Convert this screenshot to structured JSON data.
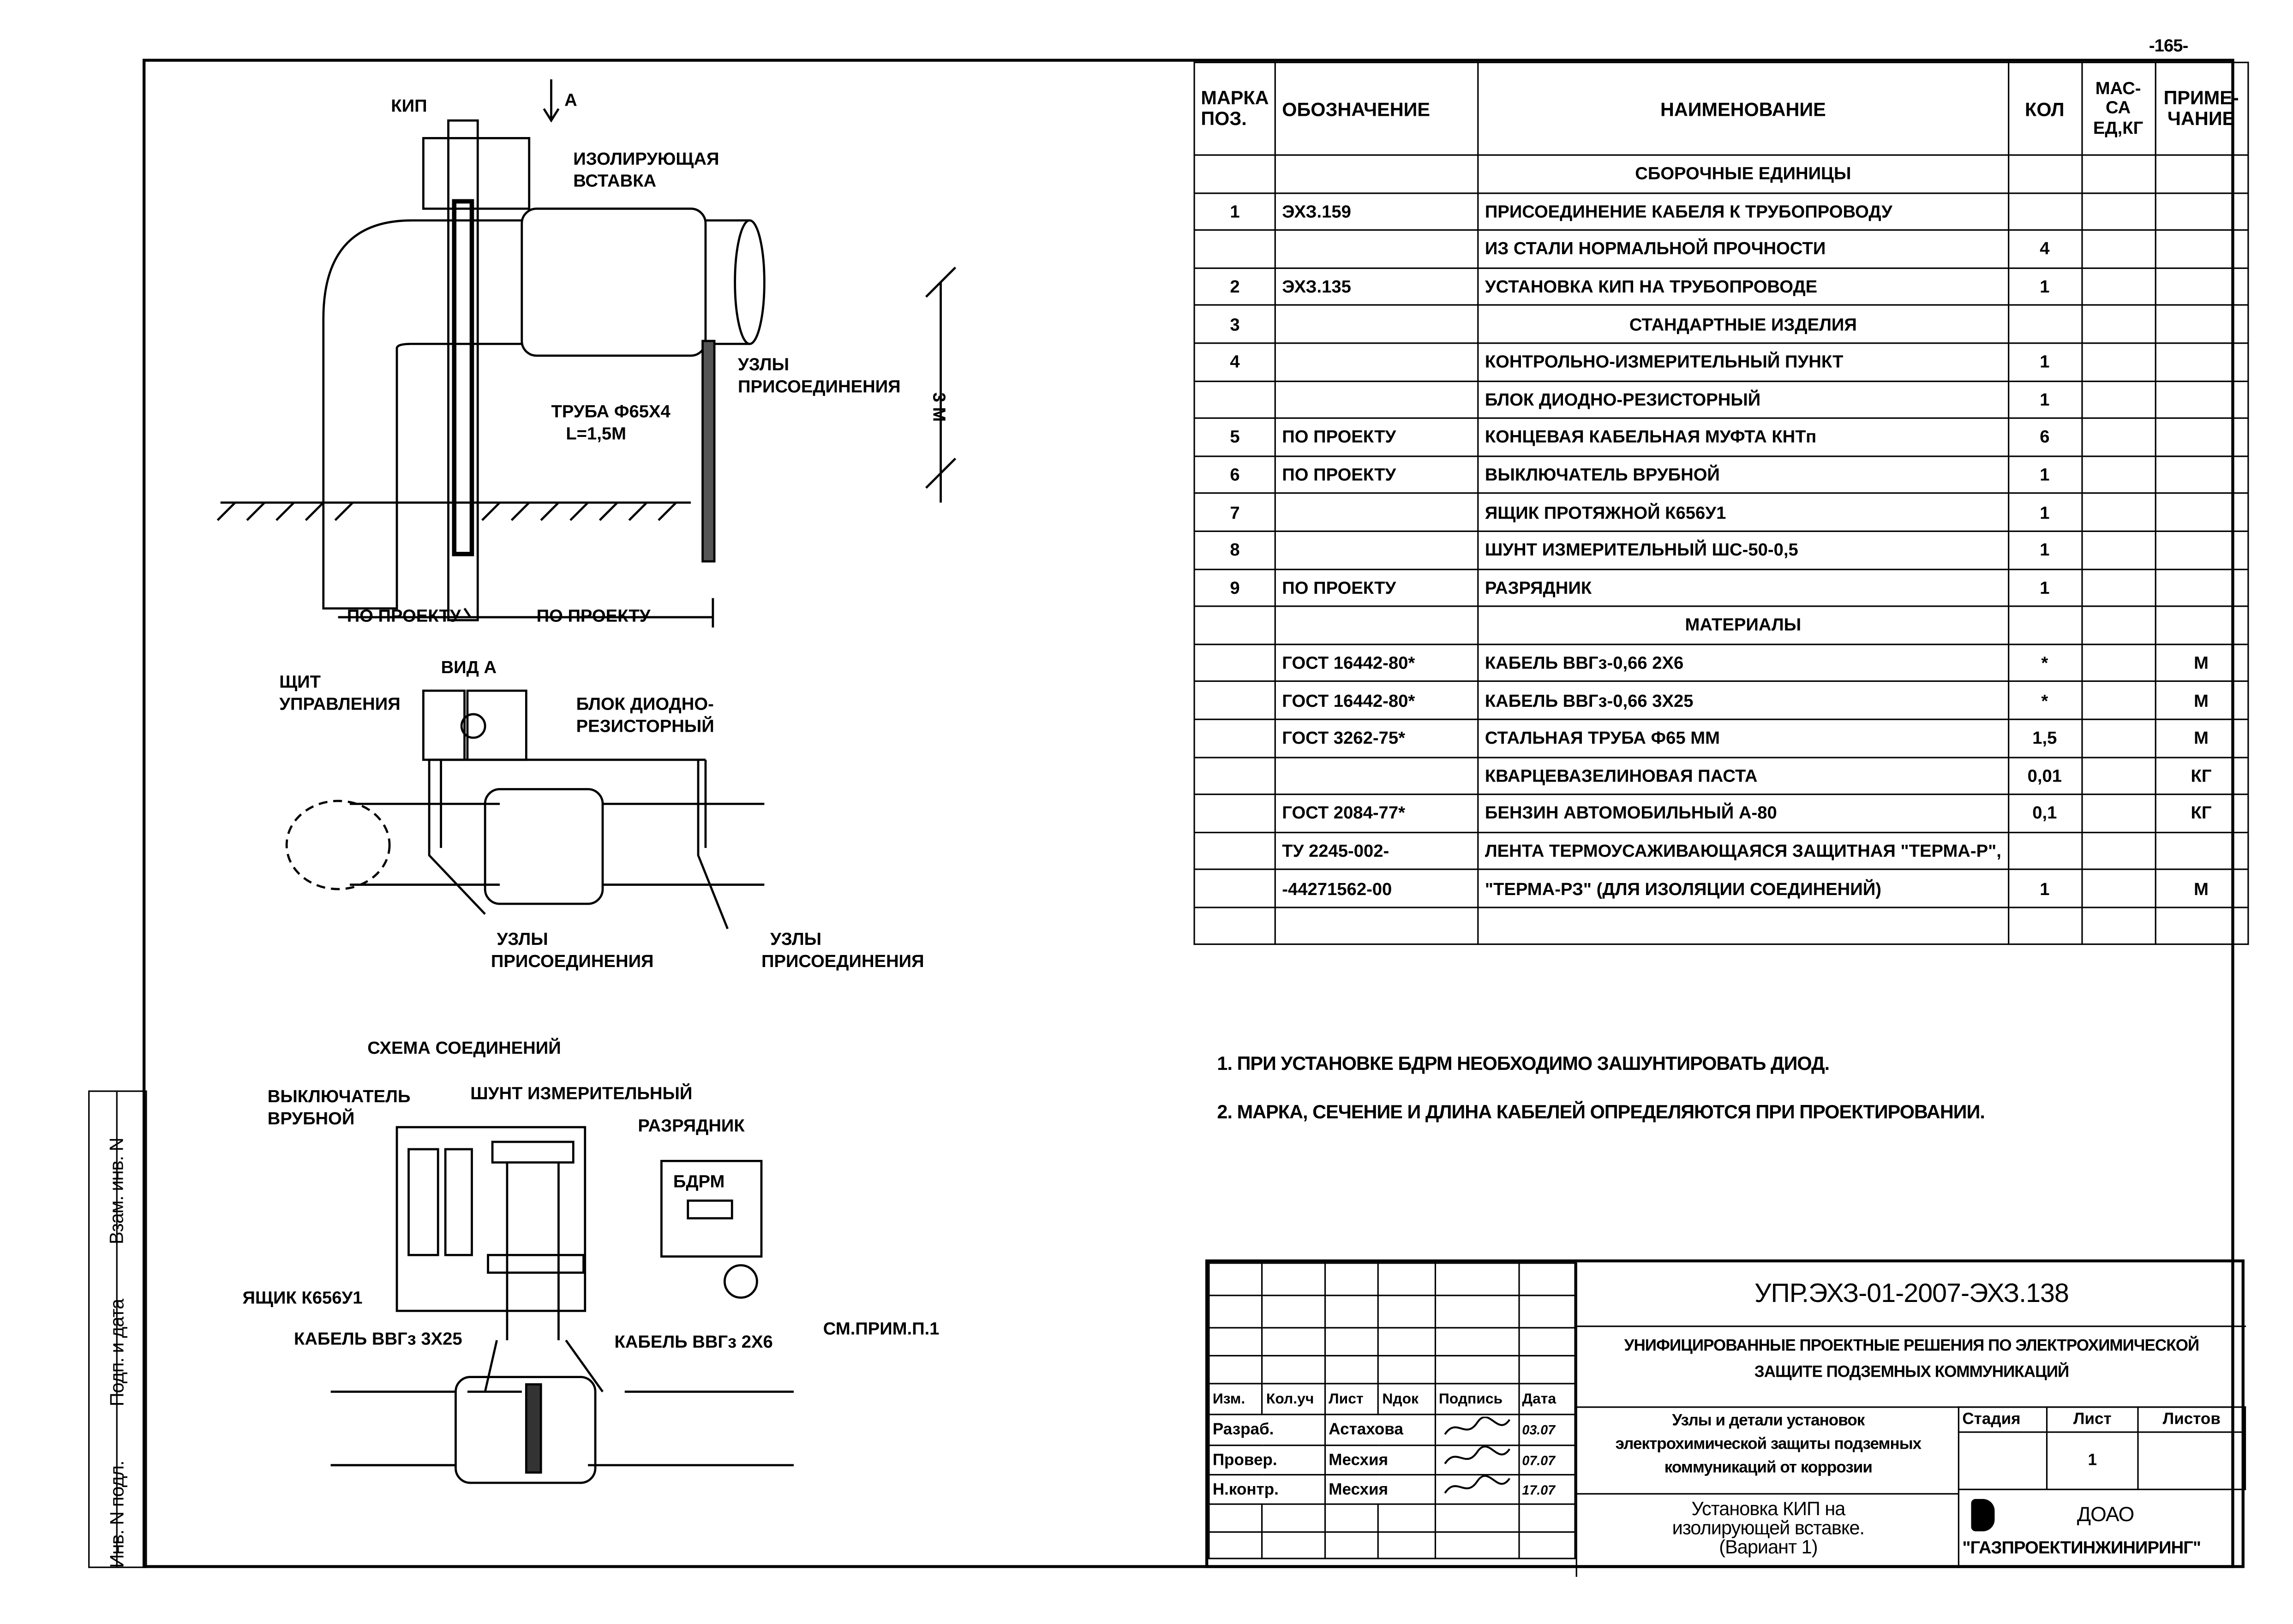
{
  "page_number": "-165-",
  "drawing_main": {
    "kip": "КИП",
    "view_arrow": "А",
    "insert_label": [
      "ИЗОЛИРУЮЩАЯ",
      "ВСТАВКА"
    ],
    "nodes_label": [
      "УЗЛЫ",
      "ПРИСОЕДИНЕНИЯ"
    ],
    "pipe_label": [
      "ТРУБА Ф65Х4",
      "L=1,5М"
    ],
    "height_dim": "3 М",
    "by_project_1": "ПО ПРОЕКТУ",
    "by_project_2": "ПО ПРОЕКТУ"
  },
  "drawing_view_a": {
    "title": "ВИД А",
    "panel": [
      "ЩИТ",
      "УПРАВЛЕНИЯ"
    ],
    "block": [
      "БЛОК ДИОДНО-",
      "РЕЗИСТОРНЫЙ"
    ],
    "nodes_left": [
      "УЗЛЫ",
      "ПРИСОЕДИНЕНИЯ"
    ],
    "nodes_right": [
      "УЗЛЫ",
      "ПРИСОЕДИНЕНИЯ"
    ]
  },
  "drawing_scheme": {
    "title": "СХЕМА СОЕДИНЕНИЙ",
    "switch": [
      "ВЫКЛЮЧАТЕЛЬ",
      "ВРУБНОЙ"
    ],
    "shunt": "ШУНТ ИЗМЕРИТЕЛЬНЫЙ",
    "arrester": "РАЗРЯДНИК",
    "bdrm": "БДРМ",
    "box": "ЯЩИК К656У1",
    "cable_3x25": "КАБЕЛЬ ВВГз 3Х25",
    "cable_2x6": "КАБЕЛЬ ВВГз 2Х6",
    "note_ref": "СМ.ПРИМ.П.1"
  },
  "spec": {
    "headers": [
      "МАРКА ПОЗ.",
      "ОБОЗНАЧЕНИЕ",
      "НАИМЕНОВАНИЕ",
      "КОЛ",
      "МАС-СА ЕД,КГ",
      "ПРИМЕ-ЧАНИЕ"
    ],
    "rows": [
      {
        "pos": "",
        "code": "",
        "name": "СБОРОЧНЫЕ ЕДИНИЦЫ",
        "qty": "",
        "mass": "",
        "note": "",
        "section": true
      },
      {
        "pos": "1",
        "code": "ЭХЗ.159",
        "name": "ПРИСОЕДИНЕНИЕ КАБЕЛЯ К ТРУБОПРОВОДУ",
        "qty": "",
        "mass": "",
        "note": ""
      },
      {
        "pos": "",
        "code": "",
        "name": "ИЗ СТАЛИ НОРМАЛЬНОЙ ПРОЧНОСТИ",
        "qty": "4",
        "mass": "",
        "note": ""
      },
      {
        "pos": "2",
        "code": "ЭХЗ.135",
        "name": "УСТАНОВКА КИП НА ТРУБОПРОВОДЕ",
        "qty": "1",
        "mass": "",
        "note": ""
      },
      {
        "pos": "3",
        "code": "",
        "name": "СТАНДАРТНЫЕ ИЗДЕЛИЯ",
        "qty": "",
        "mass": "",
        "note": "",
        "section": true
      },
      {
        "pos": "4",
        "code": "",
        "name": "КОНТРОЛЬНО-ИЗМЕРИТЕЛЬНЫЙ ПУНКТ",
        "qty": "1",
        "mass": "",
        "note": ""
      },
      {
        "pos": "",
        "code": "",
        "name": "БЛОК ДИОДНО-РЕЗИСТОРНЫЙ",
        "qty": "1",
        "mass": "",
        "note": ""
      },
      {
        "pos": "5",
        "code": "ПО ПРОЕКТУ",
        "name": "КОНЦЕВАЯ КАБЕЛЬНАЯ МУФТА КНТп",
        "qty": "6",
        "mass": "",
        "note": ""
      },
      {
        "pos": "6",
        "code": "ПО ПРОЕКТУ",
        "name": "ВЫКЛЮЧАТЕЛЬ ВРУБНОЙ",
        "qty": "1",
        "mass": "",
        "note": ""
      },
      {
        "pos": "7",
        "code": "",
        "name": "ЯЩИК ПРОТЯЖНОЙ К656У1",
        "qty": "1",
        "mass": "",
        "note": ""
      },
      {
        "pos": "8",
        "code": "",
        "name": "ШУНТ ИЗМЕРИТЕЛЬНЫЙ ШС-50-0,5",
        "qty": "1",
        "mass": "",
        "note": ""
      },
      {
        "pos": "9",
        "code": "ПО ПРОЕКТУ",
        "name": "РАЗРЯДНИК",
        "qty": "1",
        "mass": "",
        "note": ""
      },
      {
        "pos": "",
        "code": "",
        "name": "МАТЕРИАЛЫ",
        "qty": "",
        "mass": "",
        "note": "",
        "section": true
      },
      {
        "pos": "",
        "code": "ГОСТ 16442-80*",
        "name": "КАБЕЛЬ ВВГз-0,66 2Х6",
        "qty": "*",
        "mass": "",
        "note": "М"
      },
      {
        "pos": "",
        "code": "ГОСТ 16442-80*",
        "name": "КАБЕЛЬ ВВГз-0,66 3Х25",
        "qty": "*",
        "mass": "",
        "note": "М"
      },
      {
        "pos": "",
        "code": "ГОСТ 3262-75*",
        "name": "СТАЛЬНАЯ ТРУБА Ф65 ММ",
        "qty": "1,5",
        "mass": "",
        "note": "М"
      },
      {
        "pos": "",
        "code": "",
        "name": "КВАРЦЕВАЗЕЛИНОВАЯ ПАСТА",
        "qty": "0,01",
        "mass": "",
        "note": "КГ"
      },
      {
        "pos": "",
        "code": "ГОСТ 2084-77*",
        "name": "БЕНЗИН АВТОМОБИЛЬНЫЙ А-80",
        "qty": "0,1",
        "mass": "",
        "note": "КГ"
      },
      {
        "pos": "",
        "code": "ТУ 2245-002-",
        "name": "ЛЕНТА ТЕРМОУСАЖИВАЮЩАЯСЯ ЗАЩИТНАЯ \"ТЕРМА-Р\",",
        "qty": "",
        "mass": "",
        "note": ""
      },
      {
        "pos": "",
        "code": "-44271562-00",
        "name": "\"ТЕРМА-РЗ\" (ДЛЯ ИЗОЛЯЦИИ СОЕДИНЕНИЙ)",
        "qty": "1",
        "mass": "",
        "note": "М"
      },
      {
        "pos": "",
        "code": "",
        "name": "",
        "qty": "",
        "mass": "",
        "note": ""
      }
    ]
  },
  "notes": [
    "1. ПРИ УСТАНОВКЕ БДРМ НЕОБХОДИМО ЗАШУНТИРОВАТЬ ДИОД.",
    "2. МАРКА, СЕЧЕНИЕ И ДЛИНА КАБЕЛЕЙ ОПРЕДЕЛЯЮТСЯ ПРИ ПРОЕКТИРОВАНИИ."
  ],
  "side_stamp": [
    "Инв. N подл.",
    "Подп. и дата",
    "Взам. инв. N"
  ],
  "title_block": {
    "doc_code": "УПР.ЭХЗ-01-2007-ЭХЗ.138",
    "project": [
      "УНИФИЦИРОВАННЫЕ ПРОЕКТНЫЕ РЕШЕНИЯ ПО ЭЛЕКТРОХИМИЧЕСКОЙ",
      "ЗАЩИТЕ ПОДЗЕМНЫХ КОММУНИКАЦИЙ"
    ],
    "col_headers": [
      "Изм.",
      "Кол.уч",
      "Лист",
      "Nдок",
      "Подпись",
      "Дата"
    ],
    "roles": [
      {
        "role": "Разраб.",
        "name": "Астахова",
        "date": "03.07"
      },
      {
        "role": "Провер.",
        "name": "Месхия",
        "date": "07.07"
      },
      {
        "role": "Н.контр.",
        "name": "Месхия",
        "date": "17.07"
      }
    ],
    "section_title": [
      "Узлы и детали установок",
      "электрохимической защиты подземных",
      "коммуникаций от коррозии"
    ],
    "stage_header": "Стадия",
    "sheet_header": "Лист",
    "sheets_header": "Листов",
    "sheet_value": "1",
    "drawing_title": [
      "Установка КИП на",
      "изолирующей вставке.",
      "(Вариант 1)"
    ],
    "company": [
      "ДОАО",
      "\"ГАЗПРОЕКТИНЖИНИРИНГ\""
    ]
  }
}
